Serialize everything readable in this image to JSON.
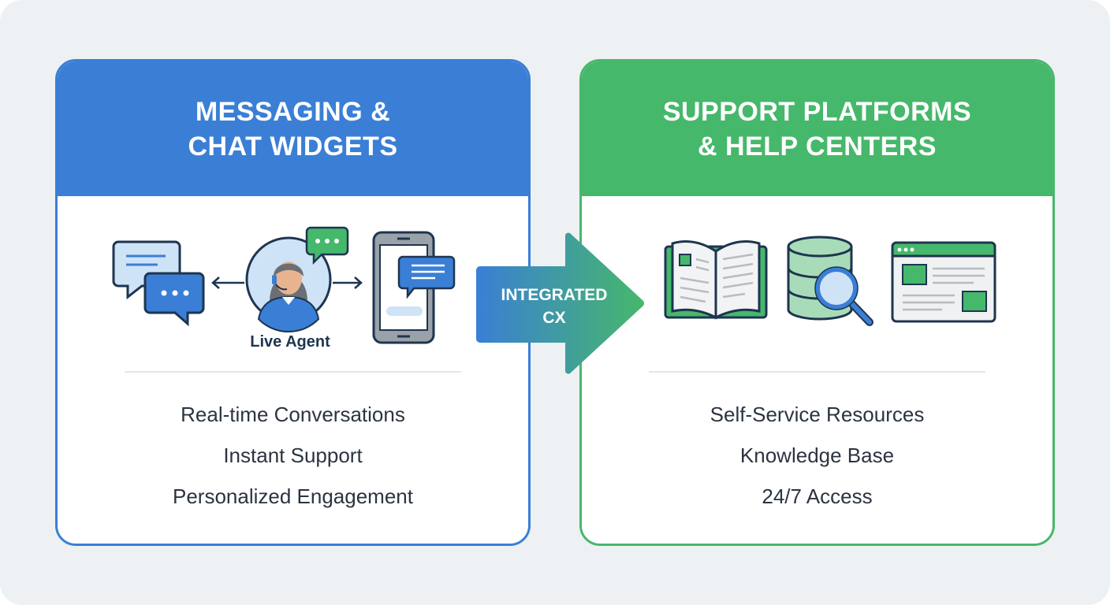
{
  "left_card": {
    "title_line1": "MESSAGING &",
    "title_line2": "CHAT WIDGETS",
    "agent_label": "Live Agent",
    "features": [
      "Real-time Conversations",
      "Instant Support",
      "Personalized Engagement"
    ],
    "color": "#3a7fd5"
  },
  "connector": {
    "line1": "INTEGRATED",
    "line2": "CX"
  },
  "right_card": {
    "title_line1": "SUPPORT PLATFORMS",
    "title_line2": "& HELP CENTERS",
    "features": [
      "Self-Service Resources",
      "Knowledge Base",
      "24/7 Access"
    ],
    "color": "#46b86b"
  }
}
